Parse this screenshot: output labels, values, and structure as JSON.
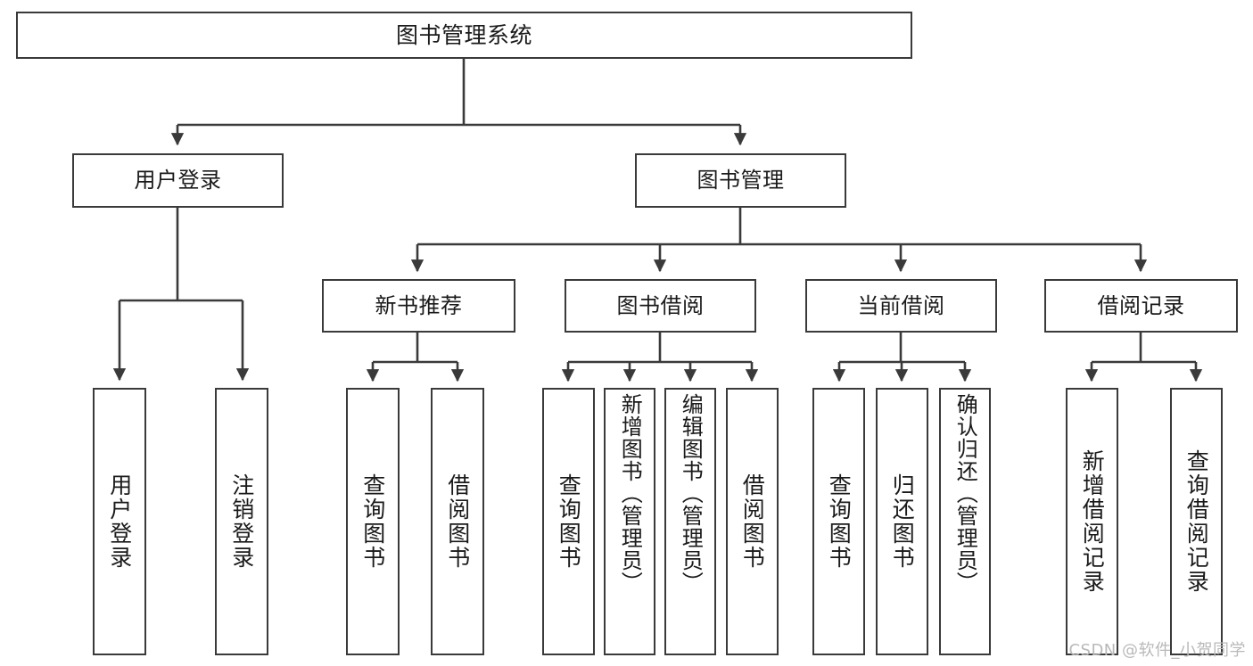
{
  "diagram": {
    "type": "tree",
    "title": "图书管理系统",
    "watermark": "CSDN @软件_小贺同学",
    "colors": {
      "box_border": "#3a3a3a",
      "box_fill": "#ffffff",
      "edge": "#3a3a3a",
      "text": "#1a1a1a",
      "watermark": "#b9b9b9",
      "background": "#ffffff"
    },
    "nodes": {
      "root": {
        "label": "图书管理系统"
      },
      "level2": [
        {
          "label": "用户登录"
        },
        {
          "label": "图书管理"
        }
      ],
      "level3": [
        {
          "label": "新书推荐"
        },
        {
          "label": "图书借阅"
        },
        {
          "label": "当前借阅"
        },
        {
          "label": "借阅记录"
        }
      ],
      "leaves": {
        "user_login": [
          {
            "label": "用户登录"
          },
          {
            "label": "注销登录"
          }
        ],
        "new_book_recommend": [
          {
            "label": "查询图书"
          },
          {
            "label": "借阅图书"
          }
        ],
        "book_borrow": [
          {
            "label": "查询图书"
          },
          {
            "label": "新增图书（管理员）"
          },
          {
            "label": "编辑图书（管理员）"
          },
          {
            "label": "借阅图书"
          }
        ],
        "current_borrow": [
          {
            "label": "查询图书"
          },
          {
            "label": "归还图书"
          },
          {
            "label": "确认归还（管理员）"
          }
        ],
        "borrow_record": [
          {
            "label": "新增借阅记录"
          },
          {
            "label": "查询借阅记录"
          }
        ]
      }
    }
  }
}
